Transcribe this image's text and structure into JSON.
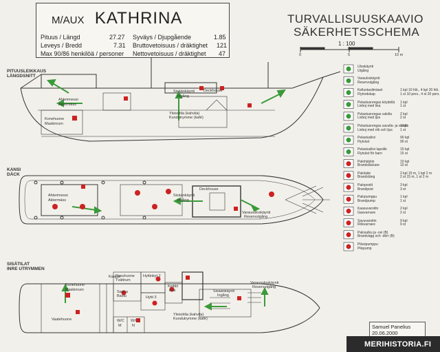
{
  "header": {
    "prefix": "M/AUX",
    "ship_name": "KATHRINA",
    "specs": [
      {
        "label": "Pituus / Längd",
        "value": "27.27"
      },
      {
        "label": "Leveys / Bredd",
        "value": "7.31"
      },
      {
        "label": "Max 90/86 henkilöä / personer",
        "value": ""
      },
      {
        "label": "Syväys / Djupgående",
        "value": "1.85"
      },
      {
        "label": "Bruttovetoisuus / dräktighet",
        "value": "121"
      },
      {
        "label": "Nettovetoisuus / dräktighet",
        "value": "47"
      }
    ]
  },
  "title": {
    "line1": "TURVALLISUUSKAAVIO",
    "line2": "SÄKERHETSSCHEMA",
    "scale": "1 : 100",
    "scale_ticks": [
      "0",
      "5",
      "10 m"
    ]
  },
  "sections": {
    "profile": {
      "line1": "PITUUSLEIKKAUS",
      "line2": "LÄNGDSNITT"
    },
    "deck": {
      "line1": "KANSI",
      "line2": "DÄCK"
    },
    "interior": {
      "line1": "SISÄTILAT",
      "line2": "INRE UTRYMMEN"
    }
  },
  "rooms": {
    "profile": [
      "Konehuone",
      "Maskinrum",
      "Ahterimessi",
      "Aktermäss",
      "Sisäänkäynti",
      "Ingång",
      "Deckhouse",
      "Yleisötila (kahvila)",
      "Kundutrymme (kafé)"
    ],
    "deck": [
      "Ahterimessi",
      "Aktermäss",
      "Sisäänkäynti",
      "Ingång",
      "Deckhouse",
      "Varausuloskäynti",
      "Reservutgång"
    ],
    "interior": [
      "Konehuone",
      "Maskinrum",
      "Pesuhuone",
      "Tvättrum",
      "Hyttinkyt 2",
      "Sauna",
      "Bastu",
      "Keittiö",
      "Kök",
      "Sisäänkäynti",
      "Ingång",
      "Varausuloskäynti",
      "Reservutgång",
      "Yleisötila (kahvila)",
      "Kundutrymme (kafé)",
      "Vaatehuone",
      "W/C",
      "M",
      "N",
      "Kaappi",
      "Hytti 3"
    ]
  },
  "legend": [
    {
      "icon": "exit-arrow",
      "text": "Uloskäynti\nUtgång"
    },
    {
      "icon": "emergency-exit-arrow",
      "text": "Varauloskäynti\nReservutgång"
    },
    {
      "icon": "lifebuoy",
      "text": "Kelluntasilmäset\nFlytredskap",
      "qty": "1 kpl 10 hlö., 4 kpl 20 hlö.\n1 st 10 pers., 4 st 20 pers."
    },
    {
      "icon": "lifebuoy-line",
      "text": "Pelastusrengas köydellä\nLivboj med lina",
      "qty": "1 kpl\n1 st"
    },
    {
      "icon": "lifebuoy-light",
      "text": "Pelastusrengas valolla\nLivboj med ljus",
      "qty": "2 kpl\n2 st"
    },
    {
      "icon": "lifebuoy-both",
      "text": "Pelastusrengas savulla- ja valolla\nLivboj med rök och ljus",
      "qty": "1 kpl\n1 st"
    },
    {
      "icon": "lifejacket",
      "text": "Pelastusliivi\nFlytväst",
      "qty": "90 kpl\n90 st"
    },
    {
      "icon": "lifejacket-child",
      "text": "Pelastusliivi lapsille\nFlytväst för barn",
      "qty": "15 kpl\n15 st"
    },
    {
      "icon": "fire-alarm",
      "text": "Palohälytin\nBrandsläckare",
      "qty": "10 kpl\n10 st"
    },
    {
      "icon": "extinguisher",
      "text": "Palolaite\nBrandsläng",
      "qty": "2 kpl 15 m, 1 kpl 2 m\n2 st 15 m, 1 st 2 m"
    },
    {
      "icon": "fire-pump",
      "text": "Palopostit\nBrandpost",
      "qty": "3 kpl\n3 st"
    },
    {
      "icon": "bilge-pump",
      "text": "Palopumppu\nBrandpump",
      "qty": "1 kpl\n1 st"
    },
    {
      "icon": "gas-mask",
      "text": "Kaasuvaroitin\nGasvarnare",
      "qty": "2 kpl\n2 st"
    },
    {
      "icon": "smoke-detector",
      "text": "Savuvaroitin\nRökvarnare",
      "qty": "9 kpl\n9 st"
    },
    {
      "icon": "fire-door",
      "text": "Palosulku ja -ovi (B)\nBrandvägg och -dörr (B)"
    },
    {
      "icon": "pump",
      "text": "Pilssipumppu\nPilspump"
    }
  ],
  "credit": {
    "author": "Samuel Panelius",
    "date": "20.06.2000"
  },
  "watermark": {
    "text": "MERIHISTORIA.FI"
  },
  "colors": {
    "line": "#333333",
    "exit": "#3a9a3a",
    "fire": "#cc2222",
    "paper": "#f2f0ea"
  }
}
